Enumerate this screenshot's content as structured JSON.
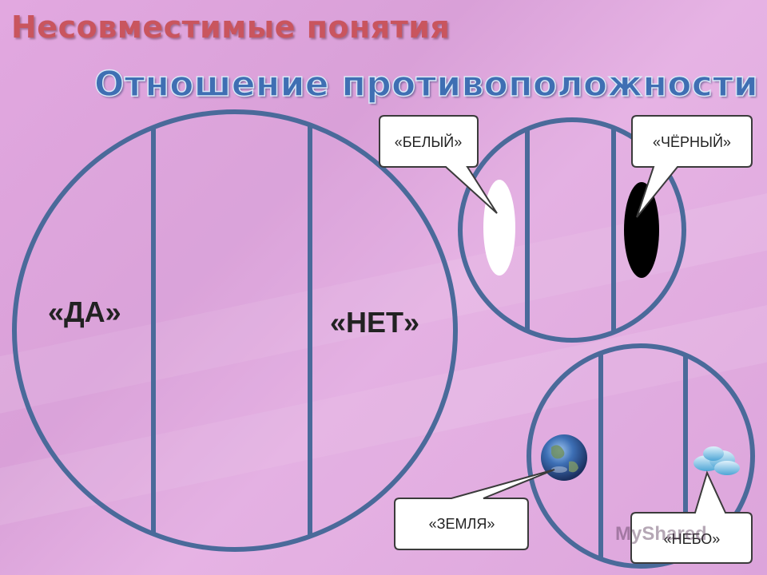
{
  "titles": {
    "main": "Несовместимые понятия",
    "sub": "Отношение противоположности"
  },
  "big_circle": {
    "left_label": "«ДА»",
    "right_label": "«НЕТ»"
  },
  "circle_colors": "white-black",
  "callouts": {
    "white": "«БЕЛЫЙ»",
    "black": "«ЧЁРНЫЙ»",
    "earth": "«ЗЕМЛЯ»",
    "sky": "«НЕБО»"
  },
  "watermark": "MyShared",
  "colors": {
    "circle_stroke": "#4a6a9a",
    "background": "#dfa6de",
    "title_main": "#c9555e",
    "title_sub": "#3f6fb3"
  }
}
